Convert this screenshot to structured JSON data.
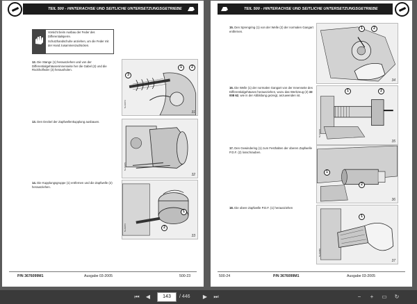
{
  "header": {
    "section_title": "TEIL 500 - HINTERACHSE UND SEITLICHE UNTERSETZUNGSGETRIEBE"
  },
  "left_page": {
    "caution": {
      "icon": "caution-hand-icon",
      "line1": "Vorsicht beim Ausbau der Feder des Differentialsperre.",
      "line2": "Schutzhandschuhe anziehen, um die Feder mit der Hand zusammenzudrücken."
    },
    "steps": [
      {
        "number": "12.",
        "text": "Die Stange (1) herausziehen und von der Differentialgehäuseninnenseite her die Gabel (2) und die Rückholfeder (3) herausholen.",
        "figure": "31",
        "figure_code": "5LA0074",
        "callouts": [
          "1",
          "2",
          "3"
        ]
      },
      {
        "number": "13.",
        "text": "Den Deckel der Zapfwellenkupplung ausbauen.",
        "figure": "32",
        "figure_code": "5LA0075",
        "callouts": []
      },
      {
        "number": "14.",
        "text": "Die Kupplungsgruppe (1) entfernen und die Zapfwelle (2) herausziehen.",
        "figure": "33",
        "figure_code": "5LA0076",
        "callouts": [
          "1",
          "2"
        ]
      }
    ],
    "footer": {
      "part_number": "P/N 3676099M1",
      "edition": "Ausgabe 03-2005",
      "page": "500-23"
    }
  },
  "right_page": {
    "steps": [
      {
        "number": "15.",
        "text": "Den Sprengring (1) von der Welle (2) der normalen Gangart entfernen.",
        "figure": "34",
        "figure_code": "5LA0077",
        "callouts": [
          "1",
          "2"
        ]
      },
      {
        "number": "16.",
        "text": "Die Welle (1) der normalen Gangart von der Innenseite des Differentialgehäuses herausziehen, wozu das Werkzeug (2) ",
        "tool": "33 008 62",
        "text_after": ", wie in der Abbildung gezeigt, anzuwenden ist.",
        "figure": "35",
        "figure_code": "5LA0078",
        "callouts": [
          "1",
          "2"
        ]
      },
      {
        "number": "17.",
        "text": "Den Gewindering (1) zum Festhalten der oberen Zapfwelle P.D.F. (2) losschrauben.",
        "figure": "36",
        "figure_code": "5LA0079",
        "callouts": [
          "1",
          "2"
        ]
      },
      {
        "number": "18.",
        "text": "Die obere Zapfwelle P.D.F. (1) herausziehen",
        "figure": "37",
        "figure_code": "5LA0080",
        "callouts": [
          "1"
        ]
      }
    ],
    "footer": {
      "page": "500-24",
      "part_number": "P/N 3676099M1",
      "edition": "Ausgabe 03-2005"
    }
  },
  "toolbar": {
    "current_page": "143",
    "total_pages": "/ 446",
    "icons": [
      "first-page-icon",
      "prev-page-icon",
      "next-page-icon",
      "last-page-icon",
      "zoom-out-icon",
      "zoom-in-icon",
      "fit-page-icon",
      "rotate-icon"
    ]
  }
}
